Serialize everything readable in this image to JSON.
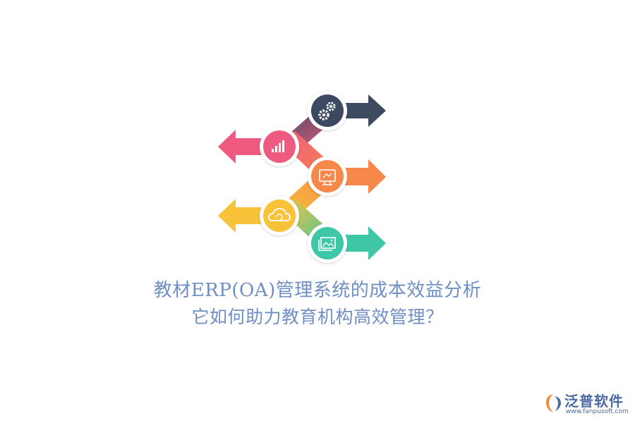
{
  "title": {
    "line1": "教材ERP(OA)管理系统的成本效益分析",
    "line2": "它如何助力教育机构高效管理？"
  },
  "diagram": {
    "steps": [
      {
        "name": "gear",
        "icon": "gears-icon",
        "color": "#3d4a60",
        "direction": "right"
      },
      {
        "name": "chart",
        "icon": "bar-chart-icon",
        "color": "#ef5a80",
        "direction": "left"
      },
      {
        "name": "screen",
        "icon": "presentation-icon",
        "color": "#f6884a",
        "direction": "right"
      },
      {
        "name": "cloud",
        "icon": "cloud-sync-icon",
        "color": "#f8c23a",
        "direction": "left"
      },
      {
        "name": "image",
        "icon": "image-gallery-icon",
        "color": "#3ec7a6",
        "direction": "right"
      }
    ]
  },
  "logo": {
    "name": "泛普软件",
    "url": "www.fanpusoft.com",
    "accent": "#4b6aa3",
    "mark_color": "#f08a3c"
  }
}
